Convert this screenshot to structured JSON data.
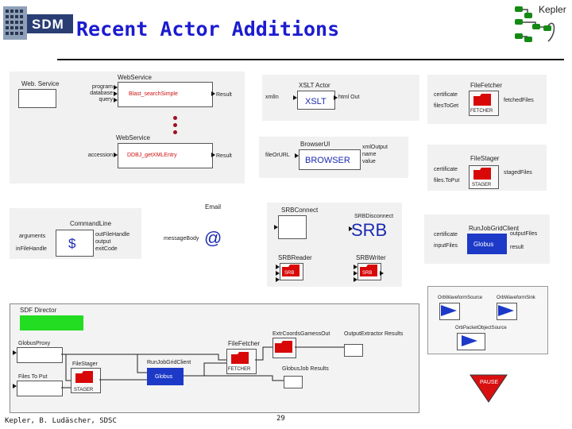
{
  "slide": {
    "title": "Recent Actor Additions",
    "logo_left": "SDM",
    "logo_right": "Kepler",
    "footer_left": "Kepler, B. Ludäscher, SDSC",
    "page_number": "29"
  },
  "webservice_panel": {
    "icon_label": "Web. Service",
    "ws1_title": "WebService",
    "ws1_inputs": [
      "program",
      "database",
      "query"
    ],
    "ws1_center": "Blast_searchSimple",
    "ws1_output": "Result",
    "ws2_title": "WebService",
    "ws2_input": "accession",
    "ws2_center": "DDBJ_getXMLEntry",
    "ws2_output": "Result"
  },
  "xslt_panel": {
    "title": "XSLT Actor",
    "input": "xmlIn",
    "output": "html Out",
    "center": "XSLT"
  },
  "browser_panel": {
    "title": "BrowserUI",
    "input": "fileOrURL",
    "outputs": [
      "xmlOutput",
      "name",
      "value"
    ],
    "center": "BROWSER"
  },
  "filefetcher_panel": {
    "title": "FileFetcher",
    "inputs": [
      "certificate",
      "filesToGet"
    ],
    "output": "fetchedFiles",
    "center": "FETCHER"
  },
  "filestager_panel": {
    "title": "FileStager",
    "inputs": [
      "certificate",
      "files.ToPut"
    ],
    "output": "stagedFiles",
    "center": "STAGER"
  },
  "commandline_panel": {
    "title": "CommandLine",
    "inputs": [
      "arguments",
      "inFileHandle"
    ],
    "outputs": [
      "outFileHandle",
      "output",
      "exitCode"
    ],
    "center": "$",
    "email_title": "Email",
    "email_input": "messageBody",
    "email_center": "@"
  },
  "srb_panel": {
    "connect": "SRBConnect",
    "disconnect": "SRBDisconnect",
    "center": "SRB",
    "reader": "SRBReader",
    "writer": "SRBWriter",
    "icon_text": "SRB"
  },
  "runjob_panel": {
    "title": "RunJobGridClient",
    "inputs": [
      "certificate",
      "inputFiles"
    ],
    "outputs": [
      "outputFiles",
      "result"
    ],
    "center": "Globus"
  },
  "orb_panel": {
    "source": "OrbWaveformSource",
    "sink": "OrbWaveformSink",
    "packet": "OrbPacketObjectSource"
  },
  "workflow_panel": {
    "director": "SDF Director",
    "globus_proxy": "GlobusProxy",
    "files_to_put": "Files To Put",
    "file_stager": "FileStager",
    "stager_center": "STAGER",
    "runjob": "RunJobGridClient",
    "runjob_center": "Globus",
    "file_fetcher": "FileFetcher",
    "fetcher_center": "FETCHER",
    "extract": "ExtrCoordsGamessOut",
    "extractor_results": "OutputExtractor Results",
    "job_results": "GlobusJob Results"
  },
  "pause": {
    "label": "PAUSE"
  },
  "colors": {
    "title_blue": "#1b1bd0",
    "actor_red": "#d80808",
    "globus_blue": "#1c39c7",
    "director_green": "#22dd22"
  }
}
